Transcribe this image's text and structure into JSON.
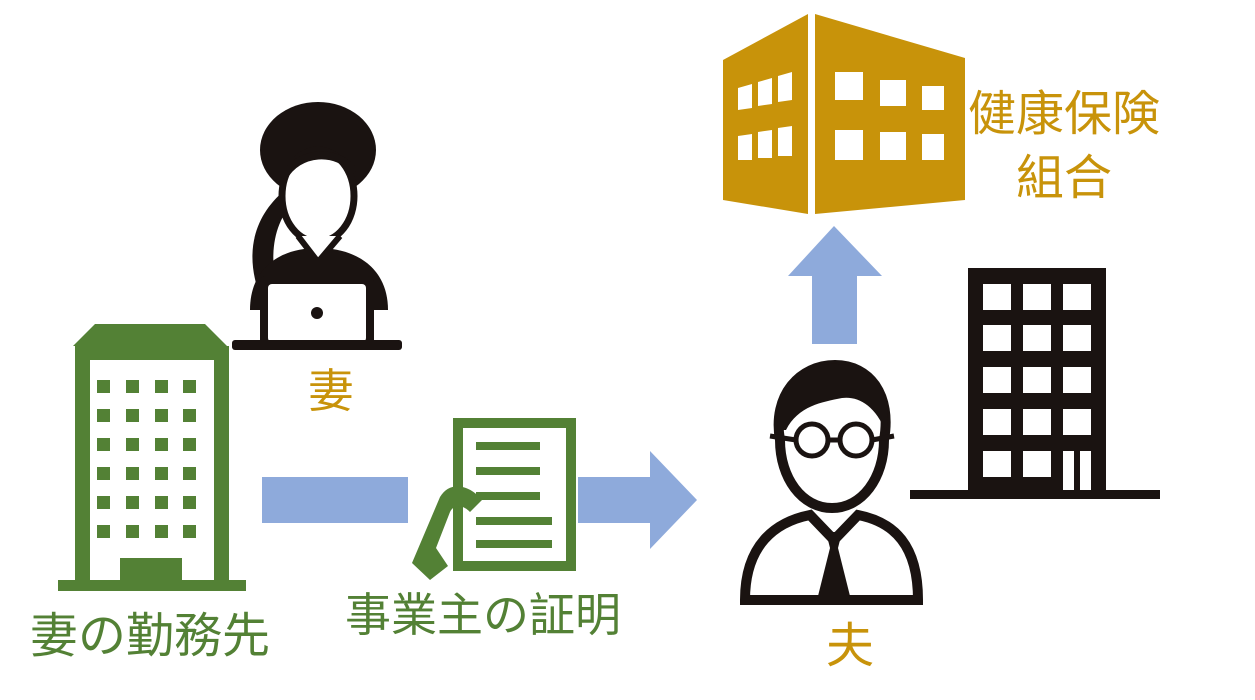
{
  "labels": {
    "wife_employer": "妻の勤務先",
    "employer_certificate": "事業主の証明",
    "wife": "妻",
    "husband": "夫",
    "health_insurance_line1": "健康保険",
    "health_insurance_line2": "組合"
  },
  "colors": {
    "green": "#538135",
    "gold": "#c8930a",
    "arrow_blue": "#8eaadb",
    "dark": "#1a1311",
    "white": "#ffffff"
  },
  "icons": {
    "wife_employer_building": "office-building-icon",
    "certificate": "document-in-hand-icon",
    "wife": "woman-with-laptop-icon",
    "husband": "man-with-glasses-icon",
    "husband_employer_building": "office-building-icon",
    "insurance_building": "insurance-office-building-icon"
  }
}
